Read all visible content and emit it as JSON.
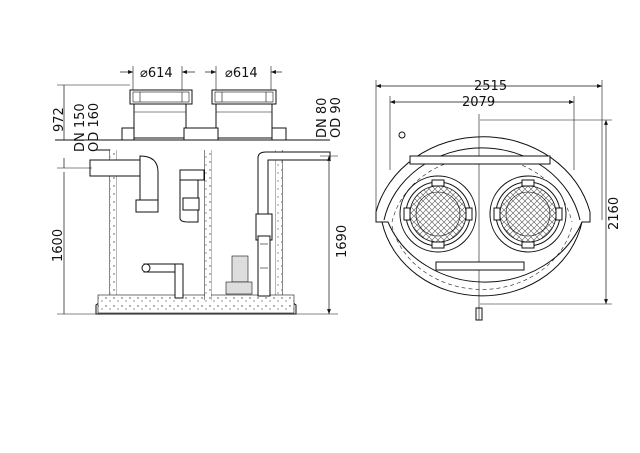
{
  "side_view": {
    "cover_diameter_left": "614",
    "cover_diameter_right": "614",
    "diameter_symbol": "⌀",
    "inlet_height": "972",
    "inlet_size": "DN 150",
    "inlet_od": "OD 160",
    "body_height": "1600",
    "outlet_size": "DN 80",
    "outlet_od": "OD 90",
    "outlet_height": "1690"
  },
  "top_view": {
    "outer_width": "2515",
    "inner_width": "2079",
    "height": "2160"
  }
}
